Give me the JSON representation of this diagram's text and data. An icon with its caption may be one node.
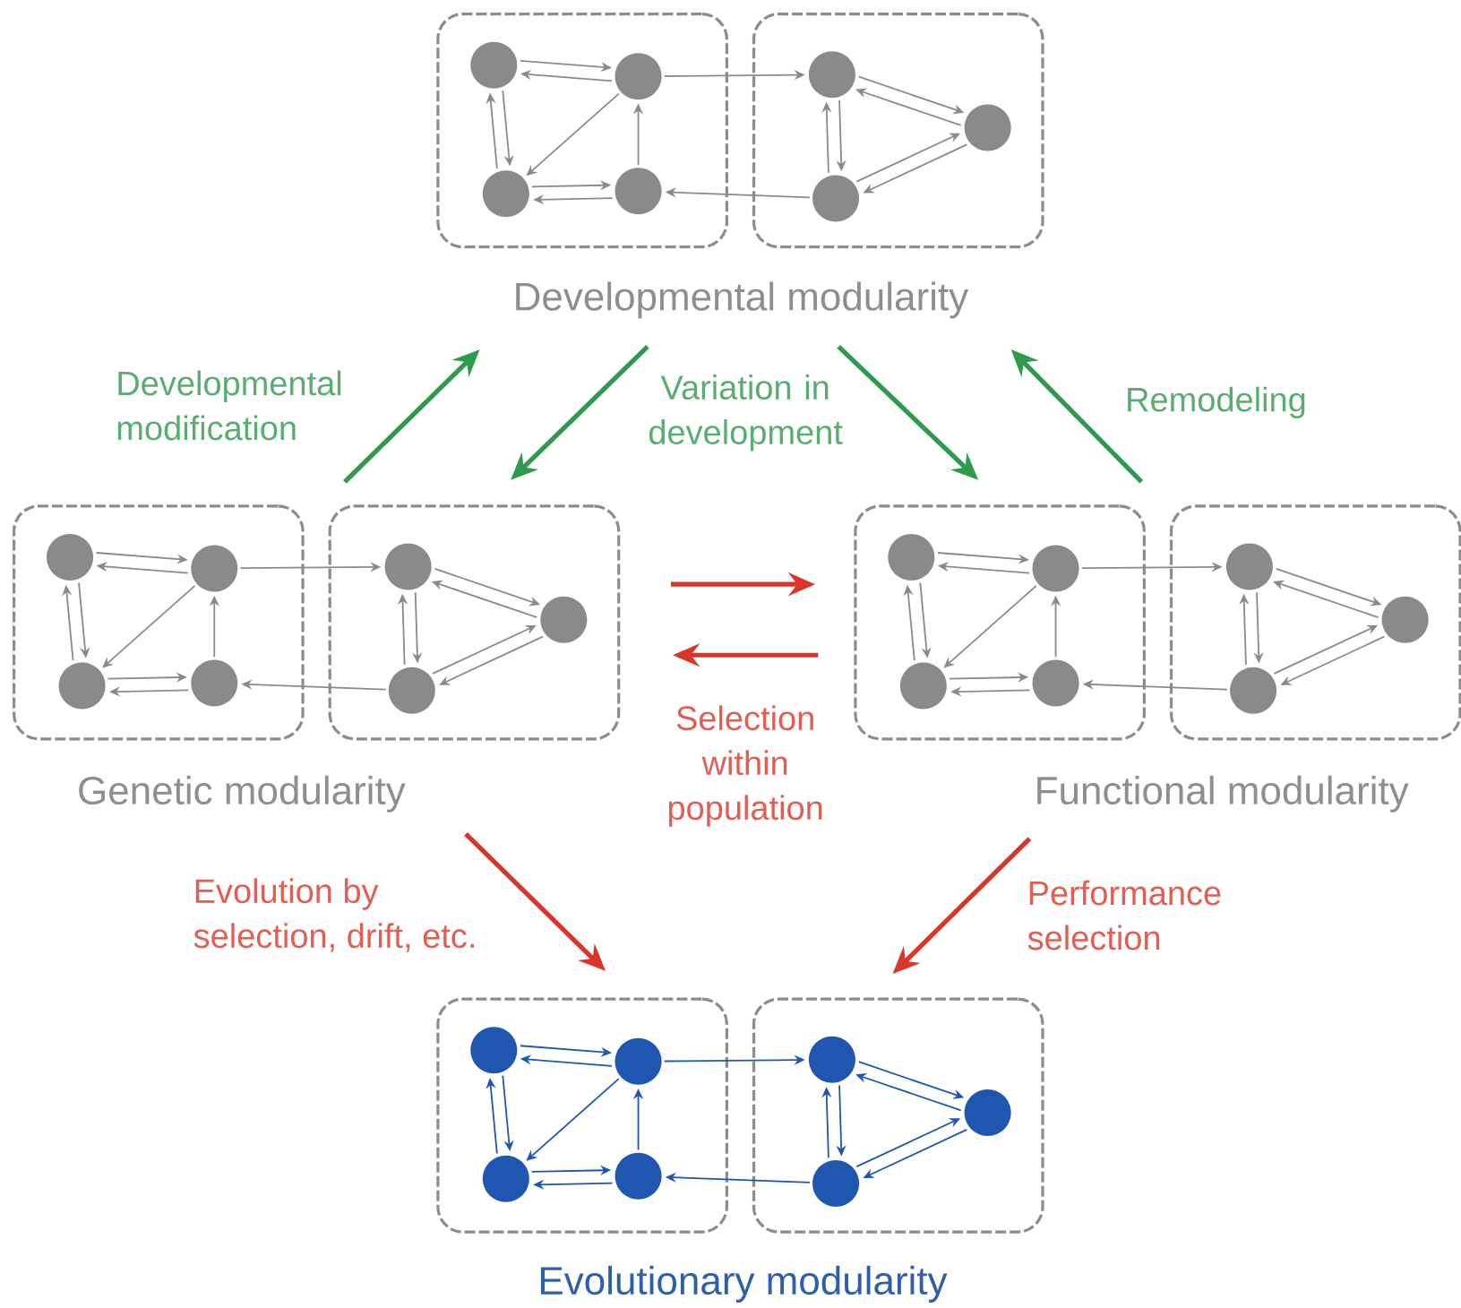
{
  "diagram": {
    "nodes": [
      {
        "text": [],
        "shape": "box"
      },
      {
        "text": [],
        "shape": "circle",
        "in": 0
      },
      {
        "text": [],
        "shape": "circle",
        "in": 0
      },
      {
        "text": [],
        "shape": "circle",
        "in": 0
      },
      {
        "text": [],
        "shape": "circle",
        "in": 0
      },
      {
        "text": [],
        "shape": "box"
      },
      {
        "text": [],
        "shape": "circle",
        "in": 5
      },
      {
        "text": [],
        "shape": "circle",
        "in": 5
      },
      {
        "text": [],
        "shape": "circle",
        "in": 5
      },
      {
        "text": [
          "Developmental modularity"
        ]
      },
      {
        "text": [],
        "shape": "box"
      },
      {
        "text": [],
        "shape": "circle",
        "in": 10
      },
      {
        "text": [],
        "shape": "circle",
        "in": 10
      },
      {
        "text": [],
        "shape": "circle",
        "in": 10
      },
      {
        "text": [],
        "shape": "circle",
        "in": 10
      },
      {
        "text": [],
        "shape": "box"
      },
      {
        "text": [],
        "shape": "circle",
        "in": 15
      },
      {
        "text": [],
        "shape": "circle",
        "in": 15
      },
      {
        "text": [],
        "shape": "circle",
        "in": 15
      },
      {
        "text": [
          "Genetic modularity"
        ]
      },
      {
        "text": [],
        "shape": "box"
      },
      {
        "text": [],
        "shape": "circle",
        "in": 20
      },
      {
        "text": [],
        "shape": "circle",
        "in": 20
      },
      {
        "text": [],
        "shape": "circle",
        "in": 20
      },
      {
        "text": [],
        "shape": "circle",
        "in": 20
      },
      {
        "text": [],
        "shape": "box"
      },
      {
        "text": [],
        "shape": "circle",
        "in": 25
      },
      {
        "text": [],
        "shape": "circle",
        "in": 25
      },
      {
        "text": [],
        "shape": "circle",
        "in": 25
      },
      {
        "text": [
          "Functional modularity"
        ]
      },
      {
        "text": [],
        "shape": "box"
      },
      {
        "text": [],
        "shape": "circle",
        "in": 30
      },
      {
        "text": [],
        "shape": "circle",
        "in": 30
      },
      {
        "text": [],
        "shape": "circle",
        "in": 30
      },
      {
        "text": [],
        "shape": "circle",
        "in": 30
      },
      {
        "text": [],
        "shape": "box"
      },
      {
        "text": [],
        "shape": "circle",
        "in": 35
      },
      {
        "text": [],
        "shape": "circle",
        "in": 35
      },
      {
        "text": [],
        "shape": "circle",
        "in": 35
      },
      {
        "text": [
          "Evolutionary modularity"
        ]
      }
    ],
    "edges": [
      {
        "from": 15,
        "to": 9,
        "arrow": "to",
        "label": "Developmental modification",
        "style": "thick",
        "color": "#2e9a4e"
      },
      {
        "from": 9,
        "to": 15,
        "arrow": "to",
        "label": "Variation in development",
        "style": "thick",
        "color": "#2e9a4e"
      },
      {
        "from": 9,
        "to": 20,
        "arrow": "to",
        "style": "thick",
        "color": "#2e9a4e"
      },
      {
        "from": 20,
        "to": 9,
        "arrow": "to",
        "label": "Remodeling",
        "style": "thick",
        "color": "#2e9a4e"
      },
      {
        "from": 15,
        "to": 20,
        "arrow": "to",
        "style": "thick",
        "color": "#d9362b"
      },
      {
        "from": 20,
        "to": 15,
        "arrow": "to",
        "label": "Selection within population",
        "style": "thick",
        "color": "#d9362b"
      },
      {
        "from": 19,
        "to": 30,
        "arrow": "to",
        "label": "Evolution by selection, drift, etc.",
        "style": "thick",
        "color": "#d9362b"
      },
      {
        "from": 29,
        "to": 35,
        "arrow": "to",
        "label": "Performance selection",
        "style": "thick",
        "color": "#d9362b"
      },
      {
        "from": 1,
        "to": 2,
        "arrow": "to"
      },
      {
        "from": 2,
        "to": 1,
        "arrow": "to"
      },
      {
        "from": 1,
        "to": 3,
        "arrow": "to"
      },
      {
        "from": 3,
        "to": 1,
        "arrow": "to"
      },
      {
        "from": 2,
        "to": 3,
        "arrow": "to"
      },
      {
        "from": 4,
        "to": 2,
        "arrow": "to"
      },
      {
        "from": 3,
        "to": 4,
        "arrow": "to"
      },
      {
        "from": 4,
        "to": 3,
        "arrow": "to"
      },
      {
        "from": 2,
        "to": 6,
        "arrow": "to"
      },
      {
        "from": 6,
        "to": 7,
        "arrow": "to"
      },
      {
        "from": 7,
        "to": 6,
        "arrow": "to"
      },
      {
        "from": 6,
        "to": 8,
        "arrow": "to"
      },
      {
        "from": 8,
        "to": 6,
        "arrow": "to"
      },
      {
        "from": 8,
        "to": 7,
        "arrow": "to"
      },
      {
        "from": 7,
        "to": 8,
        "arrow": "to"
      },
      {
        "from": 8,
        "to": 4,
        "arrow": "to"
      },
      {
        "from": 11,
        "to": 12,
        "arrow": "to"
      },
      {
        "from": 12,
        "to": 11,
        "arrow": "to"
      },
      {
        "from": 11,
        "to": 13,
        "arrow": "to"
      },
      {
        "from": 13,
        "to": 11,
        "arrow": "to"
      },
      {
        "from": 12,
        "to": 13,
        "arrow": "to"
      },
      {
        "from": 14,
        "to": 12,
        "arrow": "to"
      },
      {
        "from": 13,
        "to": 14,
        "arrow": "to"
      },
      {
        "from": 14,
        "to": 13,
        "arrow": "to"
      },
      {
        "from": 12,
        "to": 16,
        "arrow": "to"
      },
      {
        "from": 16,
        "to": 17,
        "arrow": "to"
      },
      {
        "from": 17,
        "to": 16,
        "arrow": "to"
      },
      {
        "from": 16,
        "to": 18,
        "arrow": "to"
      },
      {
        "from": 18,
        "to": 16,
        "arrow": "to"
      },
      {
        "from": 18,
        "to": 17,
        "arrow": "to"
      },
      {
        "from": 17,
        "to": 18,
        "arrow": "to"
      },
      {
        "from": 18,
        "to": 14,
        "arrow": "to"
      },
      {
        "from": 21,
        "to": 22,
        "arrow": "to"
      },
      {
        "from": 22,
        "to": 21,
        "arrow": "to"
      },
      {
        "from": 21,
        "to": 23,
        "arrow": "to"
      },
      {
        "from": 23,
        "to": 21,
        "arrow": "to"
      },
      {
        "from": 22,
        "to": 23,
        "arrow": "to"
      },
      {
        "from": 24,
        "to": 22,
        "arrow": "to"
      },
      {
        "from": 23,
        "to": 24,
        "arrow": "to"
      },
      {
        "from": 24,
        "to": 23,
        "arrow": "to"
      },
      {
        "from": 22,
        "to": 26,
        "arrow": "to"
      },
      {
        "from": 26,
        "to": 27,
        "arrow": "to"
      },
      {
        "from": 27,
        "to": 26,
        "arrow": "to"
      },
      {
        "from": 26,
        "to": 28,
        "arrow": "to"
      },
      {
        "from": 28,
        "to": 26,
        "arrow": "to"
      },
      {
        "from": 28,
        "to": 27,
        "arrow": "to"
      },
      {
        "from": 27,
        "to": 28,
        "arrow": "to"
      },
      {
        "from": 28,
        "to": 24,
        "arrow": "to"
      },
      {
        "from": 31,
        "to": 32,
        "arrow": "to",
        "color": "#1f56b0"
      },
      {
        "from": 32,
        "to": 31,
        "arrow": "to",
        "color": "#1f56b0"
      },
      {
        "from": 31,
        "to": 33,
        "arrow": "to",
        "color": "#1f56b0"
      },
      {
        "from": 33,
        "to": 31,
        "arrow": "to",
        "color": "#1f56b0"
      },
      {
        "from": 32,
        "to": 33,
        "arrow": "to",
        "color": "#1f56b0"
      },
      {
        "from": 34,
        "to": 32,
        "arrow": "to",
        "color": "#1f56b0"
      },
      {
        "from": 33,
        "to": 34,
        "arrow": "to",
        "color": "#1f56b0"
      },
      {
        "from": 34,
        "to": 33,
        "arrow": "to",
        "color": "#1f56b0"
      },
      {
        "from": 32,
        "to": 36,
        "arrow": "to",
        "color": "#1f56b0"
      },
      {
        "from": 36,
        "to": 37,
        "arrow": "to",
        "color": "#1f56b0"
      },
      {
        "from": 37,
        "to": 36,
        "arrow": "to",
        "color": "#1f56b0"
      },
      {
        "from": 36,
        "to": 38,
        "arrow": "to",
        "color": "#1f56b0"
      },
      {
        "from": 38,
        "to": 36,
        "arrow": "to",
        "color": "#1f56b0"
      },
      {
        "from": 38,
        "to": 37,
        "arrow": "to",
        "color": "#1f56b0"
      },
      {
        "from": 37,
        "to": 38,
        "arrow": "to",
        "color": "#1f56b0"
      },
      {
        "from": 38,
        "to": 34,
        "arrow": "to",
        "color": "#1f56b0"
      }
    ]
  }
}
